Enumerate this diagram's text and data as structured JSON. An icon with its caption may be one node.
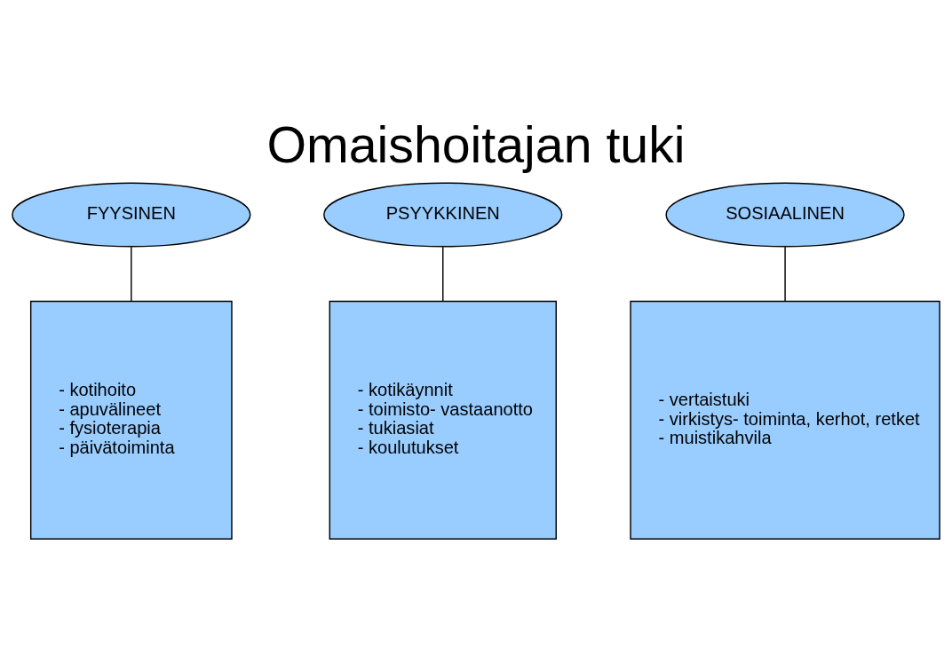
{
  "diagram": {
    "title": "Omaishoitajan tuki",
    "nodes": [
      {
        "text": [
          "FYYSINEN"
        ]
      },
      {
        "text": [
          "PSYYKKINEN"
        ]
      },
      {
        "text": [
          "SOSIAALINEN"
        ]
      },
      {
        "text": [
          "- kotihoito",
          "- apuvälineet",
          "- fysioterapia",
          "- päivätoiminta"
        ]
      },
      {
        "text": [
          "- kotikäynnit",
          "- toimisto- vastaanotto",
          "- tukiasiat",
          "- koulutukset"
        ]
      },
      {
        "text": [
          "- vertaistuki",
          "- virkistys- toiminta, kerhot, retket",
          "- muistikahvila"
        ]
      }
    ],
    "edges": [
      {
        "from": 0,
        "to": 3,
        "arrow": "none"
      },
      {
        "from": 1,
        "to": 4,
        "arrow": "none"
      },
      {
        "from": 2,
        "to": 5,
        "arrow": "none"
      }
    ]
  }
}
